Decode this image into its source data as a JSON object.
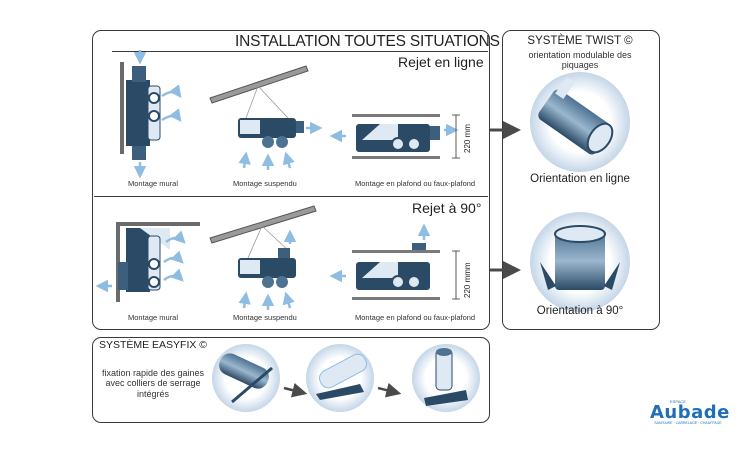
{
  "main": {
    "title": "INSTALLATION TOUTES SITUATIONS",
    "section_inline": {
      "title": "Rejet en ligne",
      "captions": [
        "Montage mural",
        "Montage suspendu",
        "Montage en plafond ou faux-plafond"
      ],
      "dimension": "220 mm"
    },
    "section_90": {
      "title": "Rejet à 90°",
      "captions": [
        "Montage mural",
        "Montage suspendu",
        "Montage en plafond ou faux-plafond"
      ],
      "dimension": "220 mmm"
    }
  },
  "twist": {
    "title": "SYSTÈME TWIST ©",
    "subtitle": "orientation modulable des piquages",
    "inline_label": "Orientation en ligne",
    "angle_label": "Orientation à 90°"
  },
  "easyfix": {
    "title": "SYSTÈME EASYFIX ©",
    "subtitle": "fixation rapide des gaines avec colliers de serrage intégrés"
  },
  "logo": {
    "top": "ESPACE",
    "word": "Aubade",
    "bottom": "SANITAIRE · CARRELAGE · CHAUFFAGE"
  },
  "colors": {
    "unit_dark": "#2b4a66",
    "unit_light": "#dfe9f3",
    "arrow_blue": "#8fbde2",
    "frame": "#3a3a3a",
    "accent": "#1e6fb5"
  }
}
